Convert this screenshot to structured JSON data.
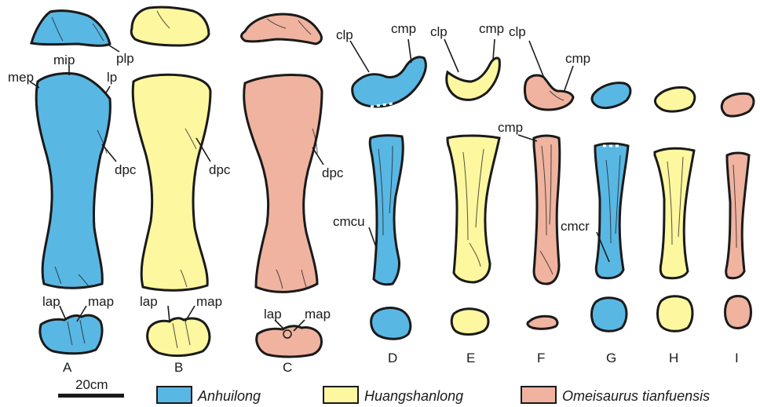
{
  "colors": {
    "anhuilong": "#59b7e3",
    "huangshanlong": "#fdf7a0",
    "omeisaurus": "#efb3a0",
    "outline": "#1a1a1a"
  },
  "labels": {
    "plp": "plp",
    "mip": "mip",
    "mep": "mep",
    "lp": "lp",
    "dpc_a": "dpc",
    "dpc_b": "dpc",
    "dpc_c": "dpc",
    "lap_a": "lap",
    "map_a": "map",
    "lap_b": "lap",
    "map_b": "map",
    "lap_c": "lap",
    "map_c": "map",
    "clp_d": "clp",
    "cmp_d": "cmp",
    "clp_e": "clp",
    "cmp_e": "cmp",
    "clp_f": "clp",
    "cmp_f": "cmp",
    "cmp_f2": "cmp",
    "cmcu": "cmcu",
    "cmcr": "cmcr"
  },
  "panels": {
    "a": "A",
    "b": "B",
    "c": "C",
    "d": "D",
    "e": "E",
    "f": "F",
    "g": "G",
    "h": "H",
    "i": "I"
  },
  "scale_bar": {
    "label": "20cm"
  },
  "legend": {
    "anhuilong": "Anhuilong",
    "huangshanlong": "Huangshanlong",
    "omeisaurus": "Omeisaurus tianfuensis"
  }
}
